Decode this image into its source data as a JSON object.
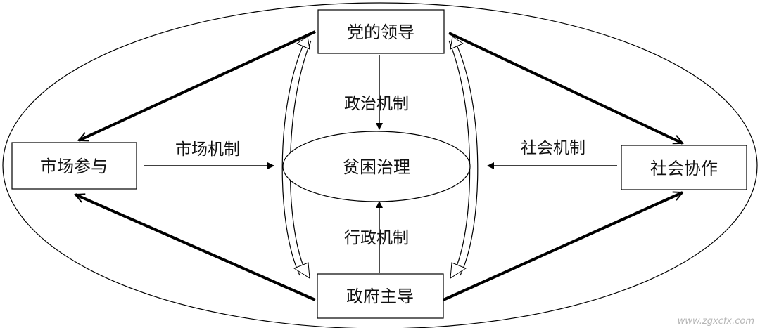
{
  "nodes": {
    "party_leadership": "党的领导",
    "market_participation": "市场参与",
    "poverty_governance": "贫困治理",
    "social_collaboration": "社会协作",
    "government_leading": "政府主导"
  },
  "mechanisms": {
    "political": "政治机制",
    "market": "市场机制",
    "social": "社会机制",
    "administrative": "行政机制"
  },
  "watermark": "www.zgxcfx.com"
}
